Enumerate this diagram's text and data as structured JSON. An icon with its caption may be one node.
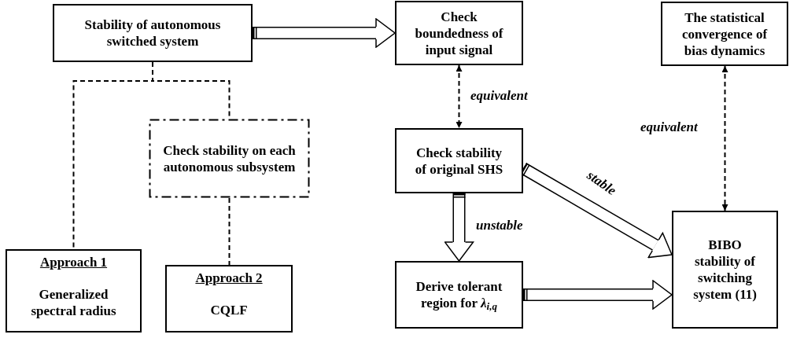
{
  "diagram": {
    "nodes": [
      {
        "text": [
          "Stability of autonomous switched system"
        ]
      },
      {
        "text": [
          "Check stability on each autonomous subsystem"
        ]
      },
      {
        "text": [
          "Approach 1",
          "Generalized spectral radius"
        ]
      },
      {
        "text": [
          "Approach 2",
          "CQLF"
        ]
      },
      {
        "text": [
          "Check boundedness of input signal"
        ]
      },
      {
        "text": [
          "The statistical convergence of bias dynamics"
        ]
      },
      {
        "text": [
          "Check stability of original SHS"
        ]
      },
      {
        "text": [
          "Derive tolerant region for *λ*$_{i,q}$"
        ]
      },
      {
        "text": [
          "BIBO stability of switching system (11)"
        ]
      }
    ],
    "edges": [
      {
        "from": 0,
        "to": 2,
        "arrow": "none",
        "style": "dashed"
      },
      {
        "from": 0,
        "to": 1,
        "arrow": "none",
        "style": "dashed"
      },
      {
        "from": 1,
        "to": 3,
        "arrow": "none",
        "style": "dashed"
      },
      {
        "from": 0,
        "to": 4,
        "arrow": "to",
        "style": "thick"
      },
      {
        "from": 4,
        "to": 6,
        "arrow": "both",
        "style": "dashed",
        "label": "equivalent"
      },
      {
        "from": 6,
        "to": 7,
        "arrow": "to",
        "style": "thick",
        "label": "unstable"
      },
      {
        "from": 6,
        "to": 8,
        "arrow": "to",
        "style": "thick",
        "label": "stable"
      },
      {
        "from": 7,
        "to": 8,
        "arrow": "to",
        "style": "thick"
      },
      {
        "from": 5,
        "to": 8,
        "arrow": "both",
        "style": "dashed",
        "label": "equivalent"
      }
    ]
  }
}
